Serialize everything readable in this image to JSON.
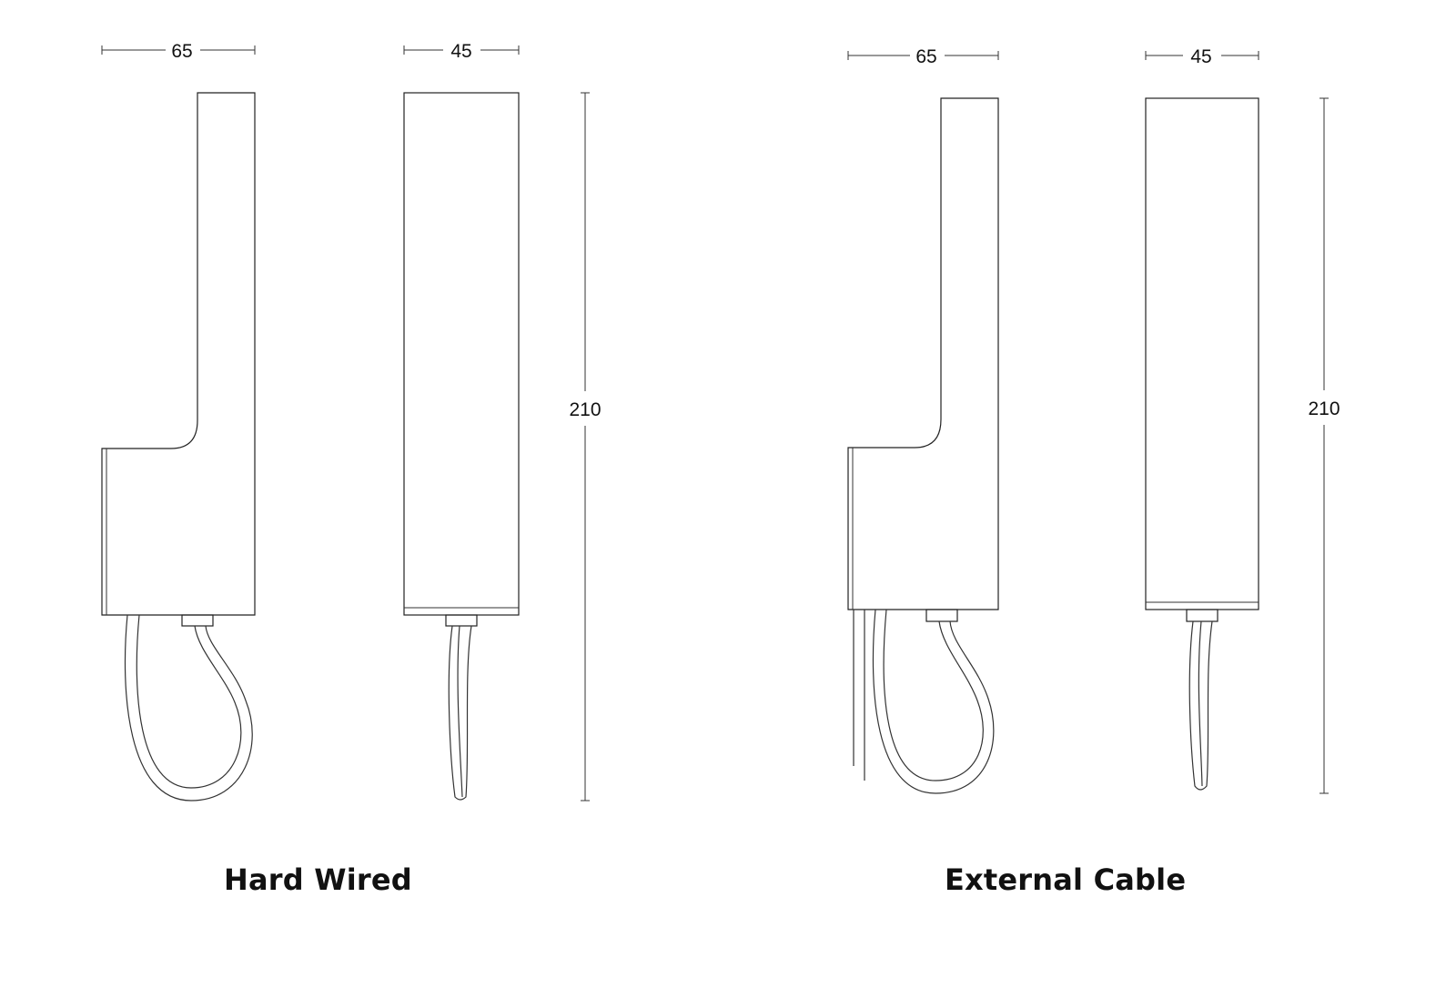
{
  "hard_wired": {
    "title": "Hard Wired",
    "side_width": "65",
    "front_width": "45",
    "height": "210"
  },
  "external_cable": {
    "title": "External Cable",
    "side_width": "65",
    "front_width": "45",
    "height": "210"
  },
  "line_color": "#222222"
}
